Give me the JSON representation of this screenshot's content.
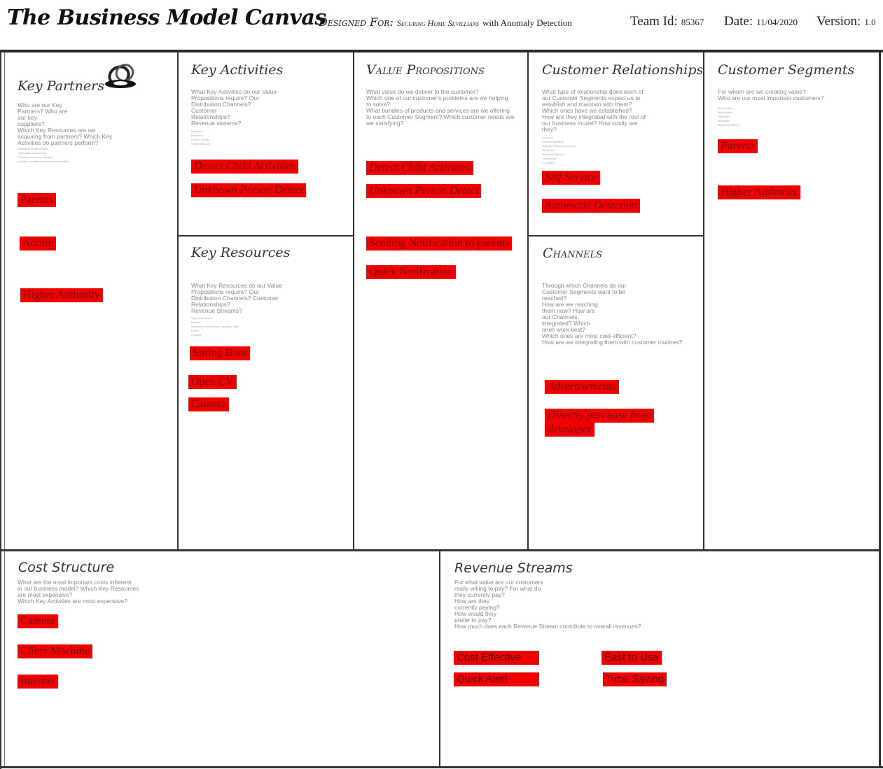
{
  "header": {
    "title": "The Business Model Canvas",
    "designed_for_label": "Designed For:",
    "designed_for_value": "Securing Home Sevillians",
    "designed_for_value2": "with Anomaly Detection",
    "team_label": "Team Id:",
    "team_value": "85367",
    "date_label": "Date:",
    "date_value": "11/04/2020",
    "version_label": "Version:",
    "version_value": "1.0"
  },
  "key_partners": {
    "title": "Key Partners",
    "prompt": "Who are our Key\nPartners? Who are\nour key\nsuppliers?\nWhich Key Resources are we\nacquiring from partners? Which Key\nActivities do partners perform?",
    "items": [
      "Parents",
      "Admin",
      "Higher Authority"
    ]
  },
  "key_activities": {
    "title": "Key Activities",
    "prompt": "What Key Activities do our Value\nPropositions require? Our\nDistribution Channels?\nCustomer\nRelationships?\nRevenue streams?",
    "items": [
      "Detect Child Activities",
      "Unknown Person Detect"
    ]
  },
  "key_resources": {
    "title": "Key Resources",
    "prompt": "What Key Resources do our Value\nPropositions require? Our\nDistribution Channels? Customer\nRelationships?\nRevenue Streams?",
    "items": [
      "Spring Boot",
      "Open CV",
      "Camera"
    ]
  },
  "value_propositions": {
    "title": "Value Propositions",
    "prompt": "What value do we deliver to the customer?\nWhich one of our customer's problems are we helping\nto solve?\nWhat bundles of products and services are we offering\nto each Customer Segment? Which customer needs are\nwe satisfying?",
    "items": [
      "Detect Child Activities",
      "Unknown Person Detect",
      "Sending Notification to parents",
      "Quick Notification"
    ]
  },
  "customer_relationships": {
    "title": "Customer Relationships",
    "prompt": "What type of relationship does each of\nour Customer Segments expect us to\nestablish and maintain with them?\nWhich ones have we established?\nHow are they integrated with the rest of\nour business model? How costly are\nthey?",
    "items": [
      "Self Service",
      "Automatic Detection"
    ]
  },
  "channels": {
    "title": "Channels",
    "prompt": "Through which Channels do our\nCustomer Segments want to be\nreached?\nHow are we reaching\nthem now? How are\nour Channels\nintegrated? Which\nones work best?\nWhich ones are most cost-efficient?\nHow are we integrating them with customer routines?",
    "items": [
      "Advertisements",
      "Directly purchase from",
      "developer"
    ]
  },
  "customer_segments": {
    "title": "Customer Segments",
    "prompt": "For whom are we creating value?\nWho are our most important customers?",
    "items": [
      "Parents",
      "Higher Authority"
    ]
  },
  "cost_structure": {
    "title": "Cost Structure",
    "prompt": "What are the most important costs inherent\nin our business model? Which Key Resources\nare most expensive?\nWhich Key Activities are most expensive?",
    "items": [
      "Camera",
      "Client Machine",
      "Internet"
    ]
  },
  "revenue_streams": {
    "title": "Revenue Streams",
    "prompt": "For what value are our customers\nreally willing to pay? For what do\nthey currently pay?\nHow are they\ncurrently paying?\nHow would they\nprefer to pay?\nHow much does each Revenue Stream contribute to overall revenues?",
    "items": [
      "Cost Effective",
      "East to Use",
      "Quick Alert",
      "Time Saving"
    ]
  },
  "icons": {
    "partners_logo": "chain-link-icon"
  }
}
